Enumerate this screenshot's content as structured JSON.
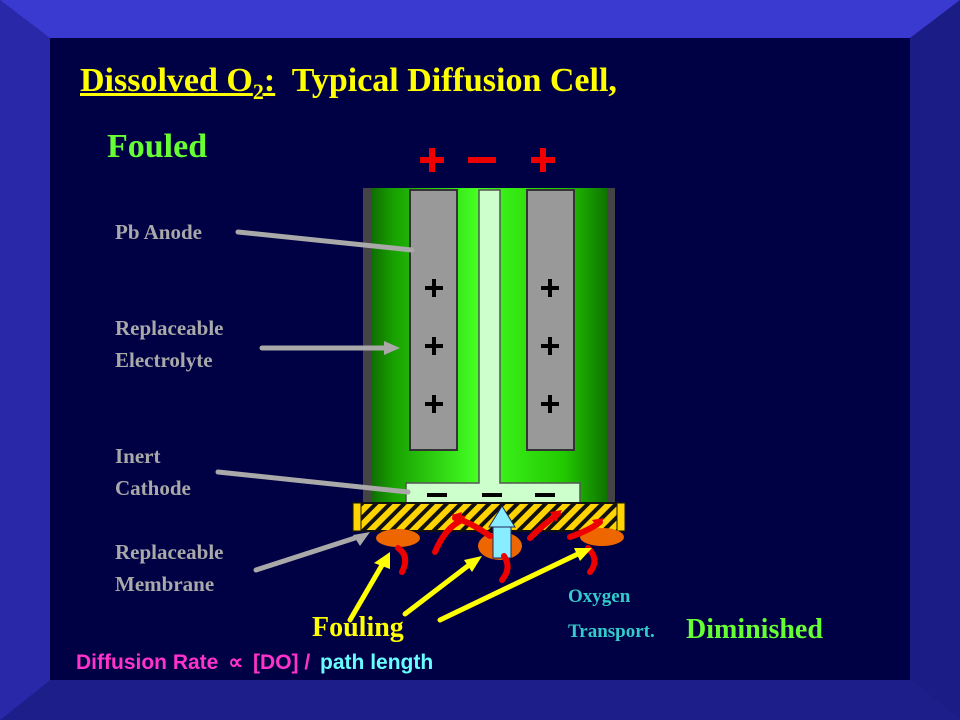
{
  "slide": {
    "title_prefix": "Dissolved O",
    "title_subscript": "2",
    "title_colon": ":",
    "title_rest": "Typical Diffusion Cell,",
    "subtitle": "Fouled",
    "labels": {
      "pb_anode": "Pb Anode",
      "replaceable_electrolyte_line1": "Replaceable",
      "replaceable_electrolyte_line2": "Electrolyte",
      "inert_cathode_line1": "Inert",
      "inert_cathode_line2": "Cathode",
      "replaceable_membrane_line1": "Replaceable",
      "replaceable_membrane_line2": "Membrane"
    },
    "fouling": "Fouling",
    "oxygen_line1": "Oxygen",
    "oxygen_line2": "Transport.",
    "diminished": "Diminished",
    "formula_left": "Diffusion Rate",
    "formula_symbol": "∝",
    "formula_mid": "[DO] /",
    "formula_right": "path length"
  },
  "colors": {
    "background": "#000044",
    "frame": "#2e2eb8",
    "title": "#ffff00",
    "subtitle": "#66ff33",
    "label": "#a9a9a9",
    "cell_green": "#22dd00",
    "charge_red": "#ee0000",
    "fouling_orange": "#ee6600",
    "formula_magenta": "#ff33cc",
    "formula_cyan": "#66ffff"
  },
  "icons": {
    "anode_charge": "plus-sign",
    "cathode_charge": "minus-sign",
    "oxygen_flow": "curved-red-arrow"
  }
}
